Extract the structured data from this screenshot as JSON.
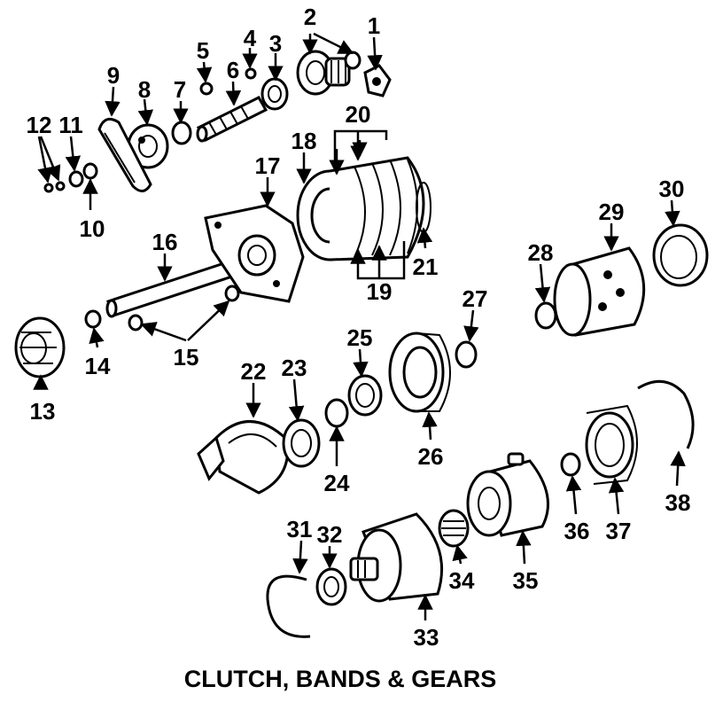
{
  "title": "CLUTCH, BANDS & GEARS",
  "callouts": [
    "1",
    "2",
    "3",
    "4",
    "5",
    "6",
    "7",
    "8",
    "9",
    "10",
    "11",
    "12",
    "13",
    "14",
    "15",
    "16",
    "17",
    "18",
    "19",
    "20",
    "21",
    "22",
    "23",
    "24",
    "25",
    "26",
    "27",
    "28",
    "29",
    "30",
    "31",
    "32",
    "33",
    "34",
    "35",
    "36",
    "37",
    "38"
  ]
}
